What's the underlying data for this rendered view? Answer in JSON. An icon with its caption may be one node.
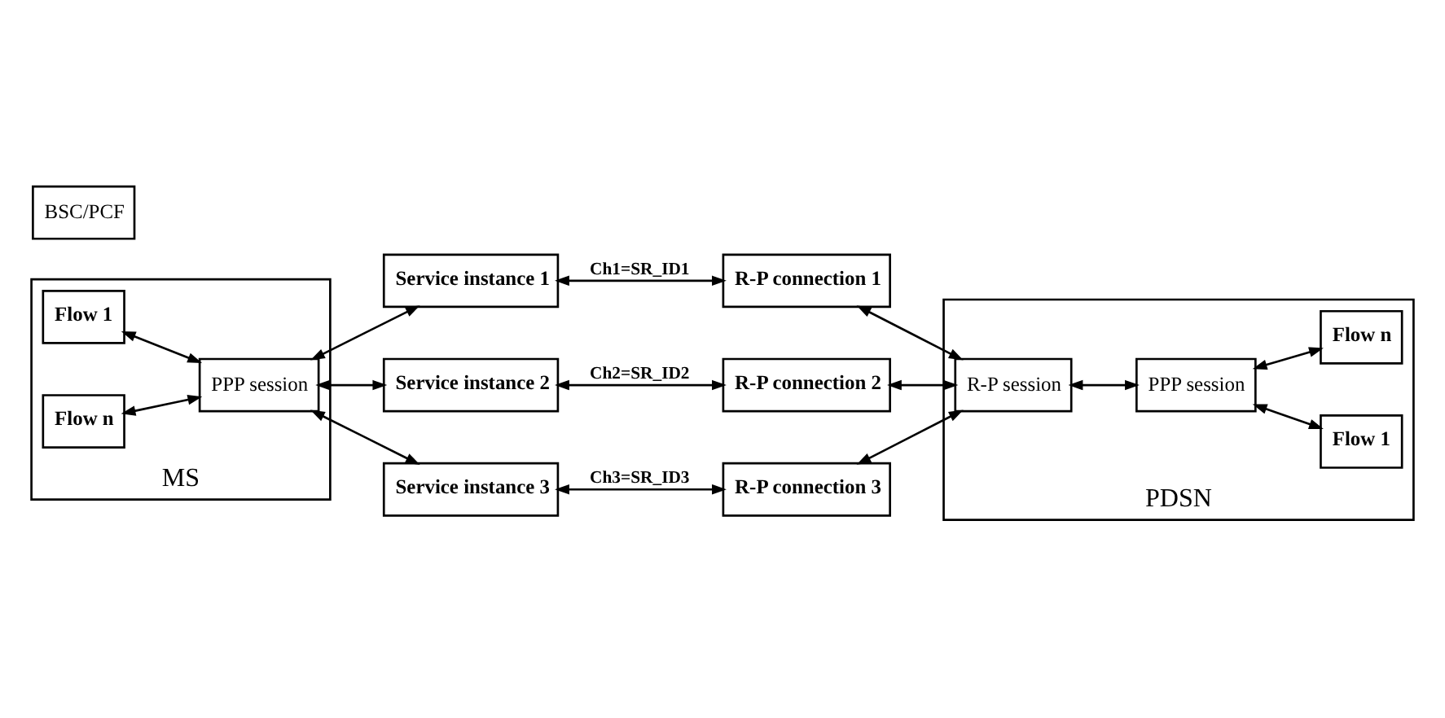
{
  "diagram": {
    "nodes": [
      {
        "text": [
          "MS"
        ]
      },
      {
        "text": [
          "BSC/PCF"
        ]
      },
      {
        "text": [
          "PDSN"
        ]
      },
      {
        "text": [
          "Flow 1"
        ],
        "in": 0
      },
      {
        "text": [
          "Service instance 1"
        ]
      },
      {
        "text": [
          "R-P connection 1"
        ]
      },
      {
        "text": [
          "Flow 1"
        ],
        "in": 2
      },
      {
        "text": [
          "PPP session"
        ],
        "in": 0
      },
      {
        "text": [
          "Service instance 2"
        ]
      },
      {
        "text": [
          "R-P connection 2"
        ]
      },
      {
        "text": [
          "R-P session"
        ],
        "in": 2
      },
      {
        "text": [
          "PPP session"
        ],
        "in": 2
      },
      {
        "text": [
          "Flow n"
        ],
        "in": 0
      },
      {
        "text": [
          "Service instance 3"
        ]
      },
      {
        "text": [
          "R-P connection 3"
        ]
      },
      {
        "text": [
          "Flow n"
        ],
        "in": 2
      }
    ],
    "edges": [
      {
        "from": 3,
        "to": 7,
        "arrow": "both"
      },
      {
        "from": 12,
        "to": 7,
        "arrow": "both"
      },
      {
        "from": 7,
        "to": 4,
        "arrow": "both"
      },
      {
        "from": 7,
        "to": 8,
        "arrow": "both"
      },
      {
        "from": 7,
        "to": 13,
        "arrow": "both"
      },
      {
        "from": 4,
        "to": 5,
        "arrow": "both",
        "label": "Ch1=SR_ID1"
      },
      {
        "from": 8,
        "to": 9,
        "arrow": "both",
        "label": "Ch2=SR_ID2"
      },
      {
        "from": 13,
        "to": 14,
        "arrow": "both",
        "label": "Ch3=SR_ID3"
      },
      {
        "from": 5,
        "to": 10,
        "arrow": "both"
      },
      {
        "from": 9,
        "to": 10,
        "arrow": "both"
      },
      {
        "from": 14,
        "to": 10,
        "arrow": "both"
      },
      {
        "from": 10,
        "to": 11,
        "arrow": "both"
      },
      {
        "from": 11,
        "to": 6,
        "arrow": "both"
      },
      {
        "from": 11,
        "to": 15,
        "arrow": "both"
      }
    ]
  }
}
